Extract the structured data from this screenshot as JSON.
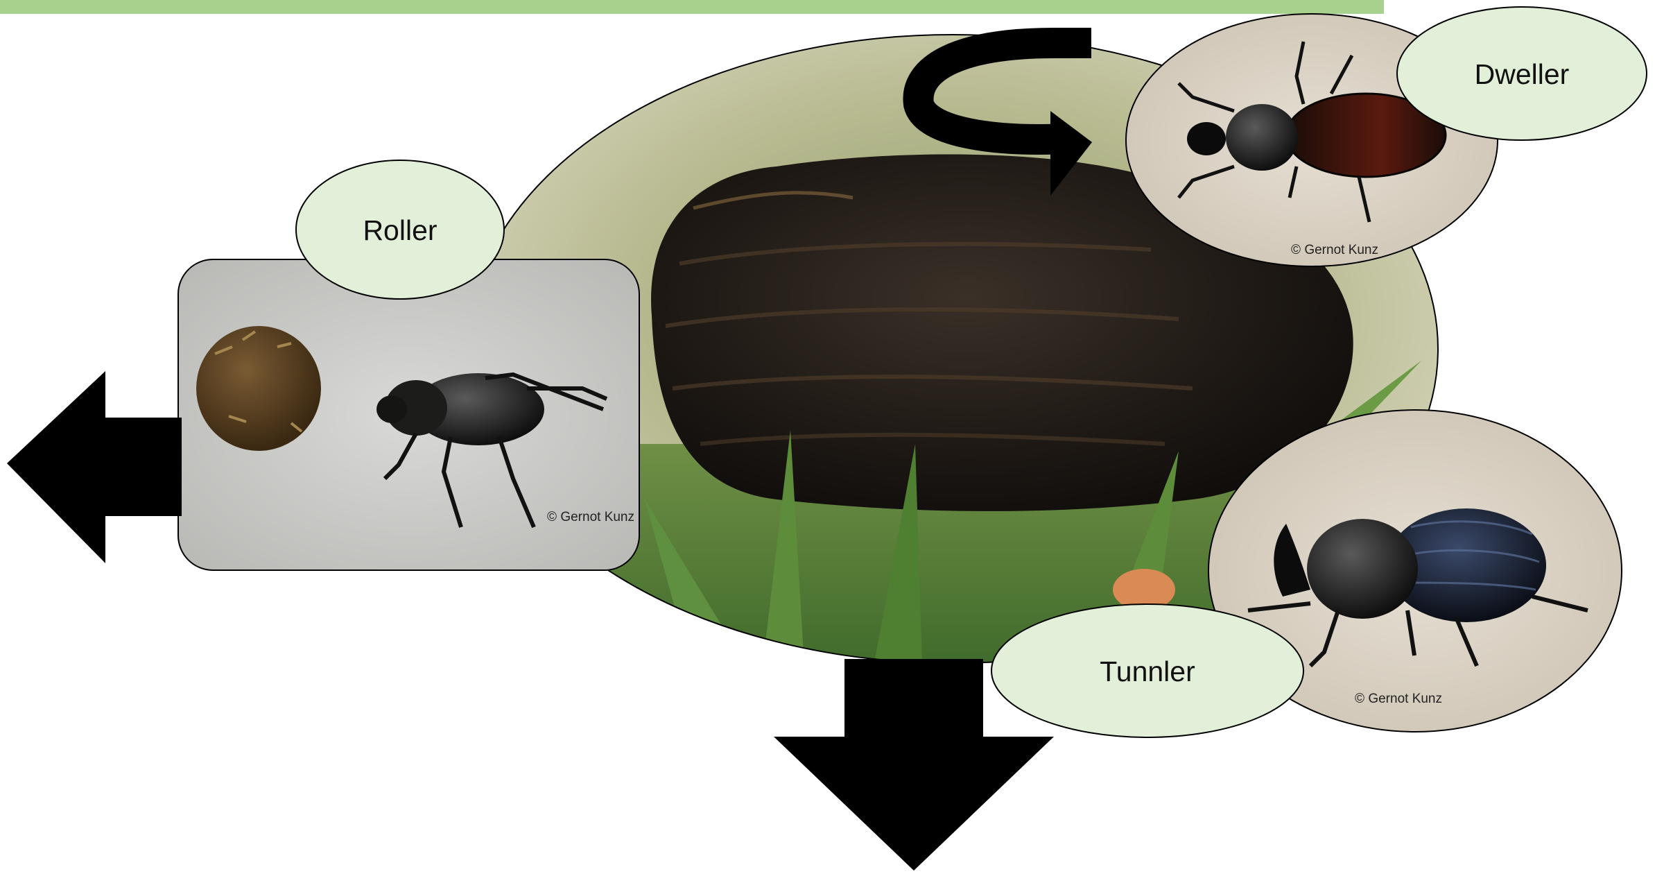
{
  "labels": {
    "roller": "Roller",
    "dweller": "Dweller",
    "tunnler": "Tunnler"
  },
  "credits": {
    "roller_photo": "© Gernot Kunz",
    "dweller_photo": "© Gernot Kunz",
    "tunnler_photo": "© Gernot Kunz"
  },
  "colors": {
    "title_bar": "#a9d18e",
    "label_bubble": "#e2efd9",
    "arrow": "#000000"
  },
  "icons": {
    "roller_arrow": "arrow-left",
    "tunnler_arrow": "arrow-down",
    "dweller_arrow": "curved-arrow-circular"
  }
}
